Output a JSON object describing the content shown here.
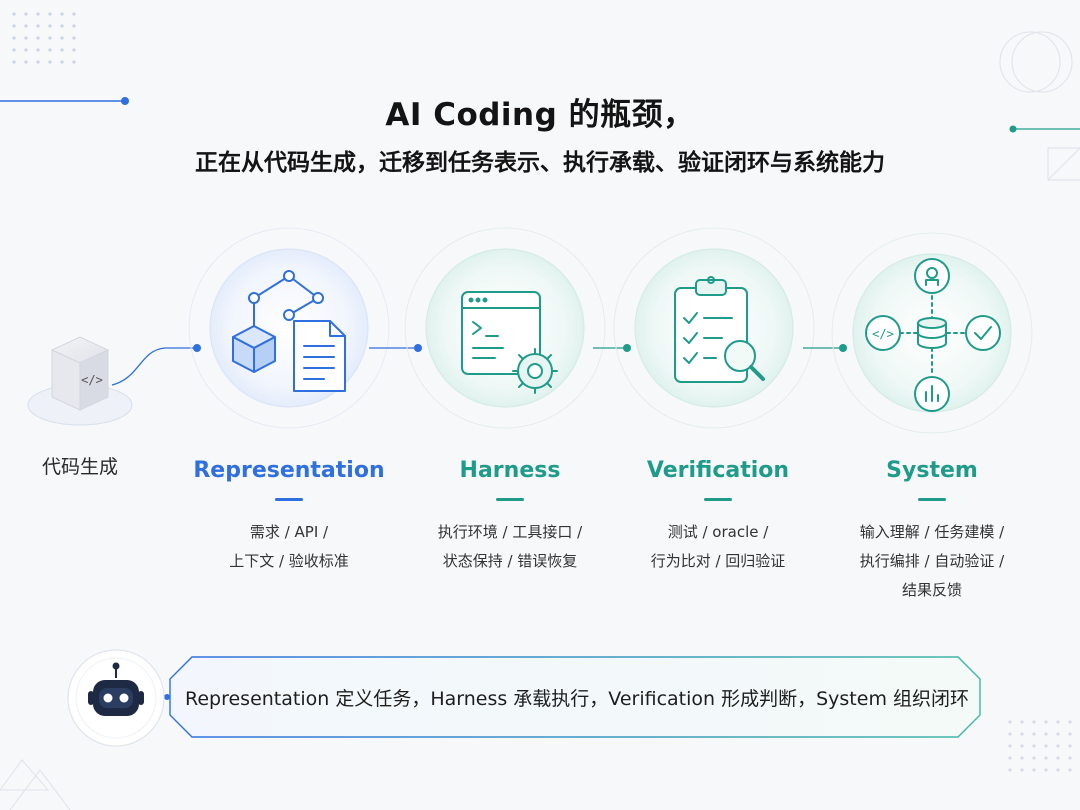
{
  "header": {
    "title_line1": "AI Coding 的瓶颈，",
    "title_line2": "正在从代码生成，迁移到任务表示、执行承载、验证闭环与系统能力"
  },
  "start_node": {
    "label": "代码生成",
    "icon": "code-cube-icon"
  },
  "stages": [
    {
      "title": "Representation",
      "color": "#2f6fe0",
      "icon": "nodes-document-icon",
      "desc_lines": [
        "需求 / API /",
        "上下文 / 验收标准"
      ]
    },
    {
      "title": "Harness",
      "color": "#1f9b8a",
      "icon": "terminal-gear-icon",
      "desc_lines": [
        "执行环境 / 工具接口 /",
        "状态保持 / 错误恢复"
      ]
    },
    {
      "title": "Verification",
      "color": "#1f9b8a",
      "icon": "clipboard-check-icon",
      "desc_lines": [
        "测试 / oracle /",
        "行为比对 / 回归验证"
      ]
    },
    {
      "title": "System",
      "color": "#1f9b8a",
      "icon": "system-hub-icon",
      "desc_lines": [
        "输入理解 / 任务建模 /",
        "执行编排 / 自动验证 /",
        "结果反馈"
      ]
    }
  ],
  "summary": {
    "text": "Representation 定义任务，Harness 承载执行，Verification 形成判断，System 组织闭环",
    "icon": "robot-icon"
  },
  "colors": {
    "blue": "#2f6fe0",
    "teal": "#1f9b8a",
    "background": "#f7f8fa"
  }
}
